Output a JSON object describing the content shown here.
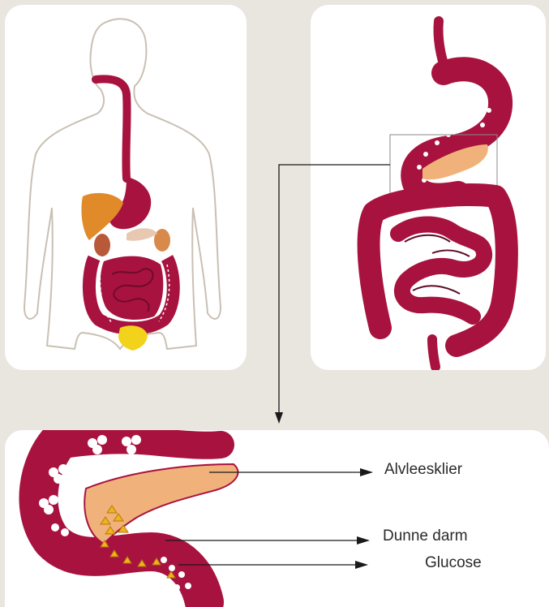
{
  "labels": {
    "pancreas": "Alvleesklier",
    "small_intestine": "Dunne darm",
    "glucose": "Glucose"
  },
  "colors": {
    "background": "#e9e5df",
    "panel": "#ffffff",
    "gut": "#a8123f",
    "pancreas": "#f0b27a",
    "liver": "#e08a2a",
    "bladder": "#f2d21a",
    "glucose": "#f2b21a",
    "outline": "#c9c0b4",
    "arrow": "#1a1a1a"
  }
}
